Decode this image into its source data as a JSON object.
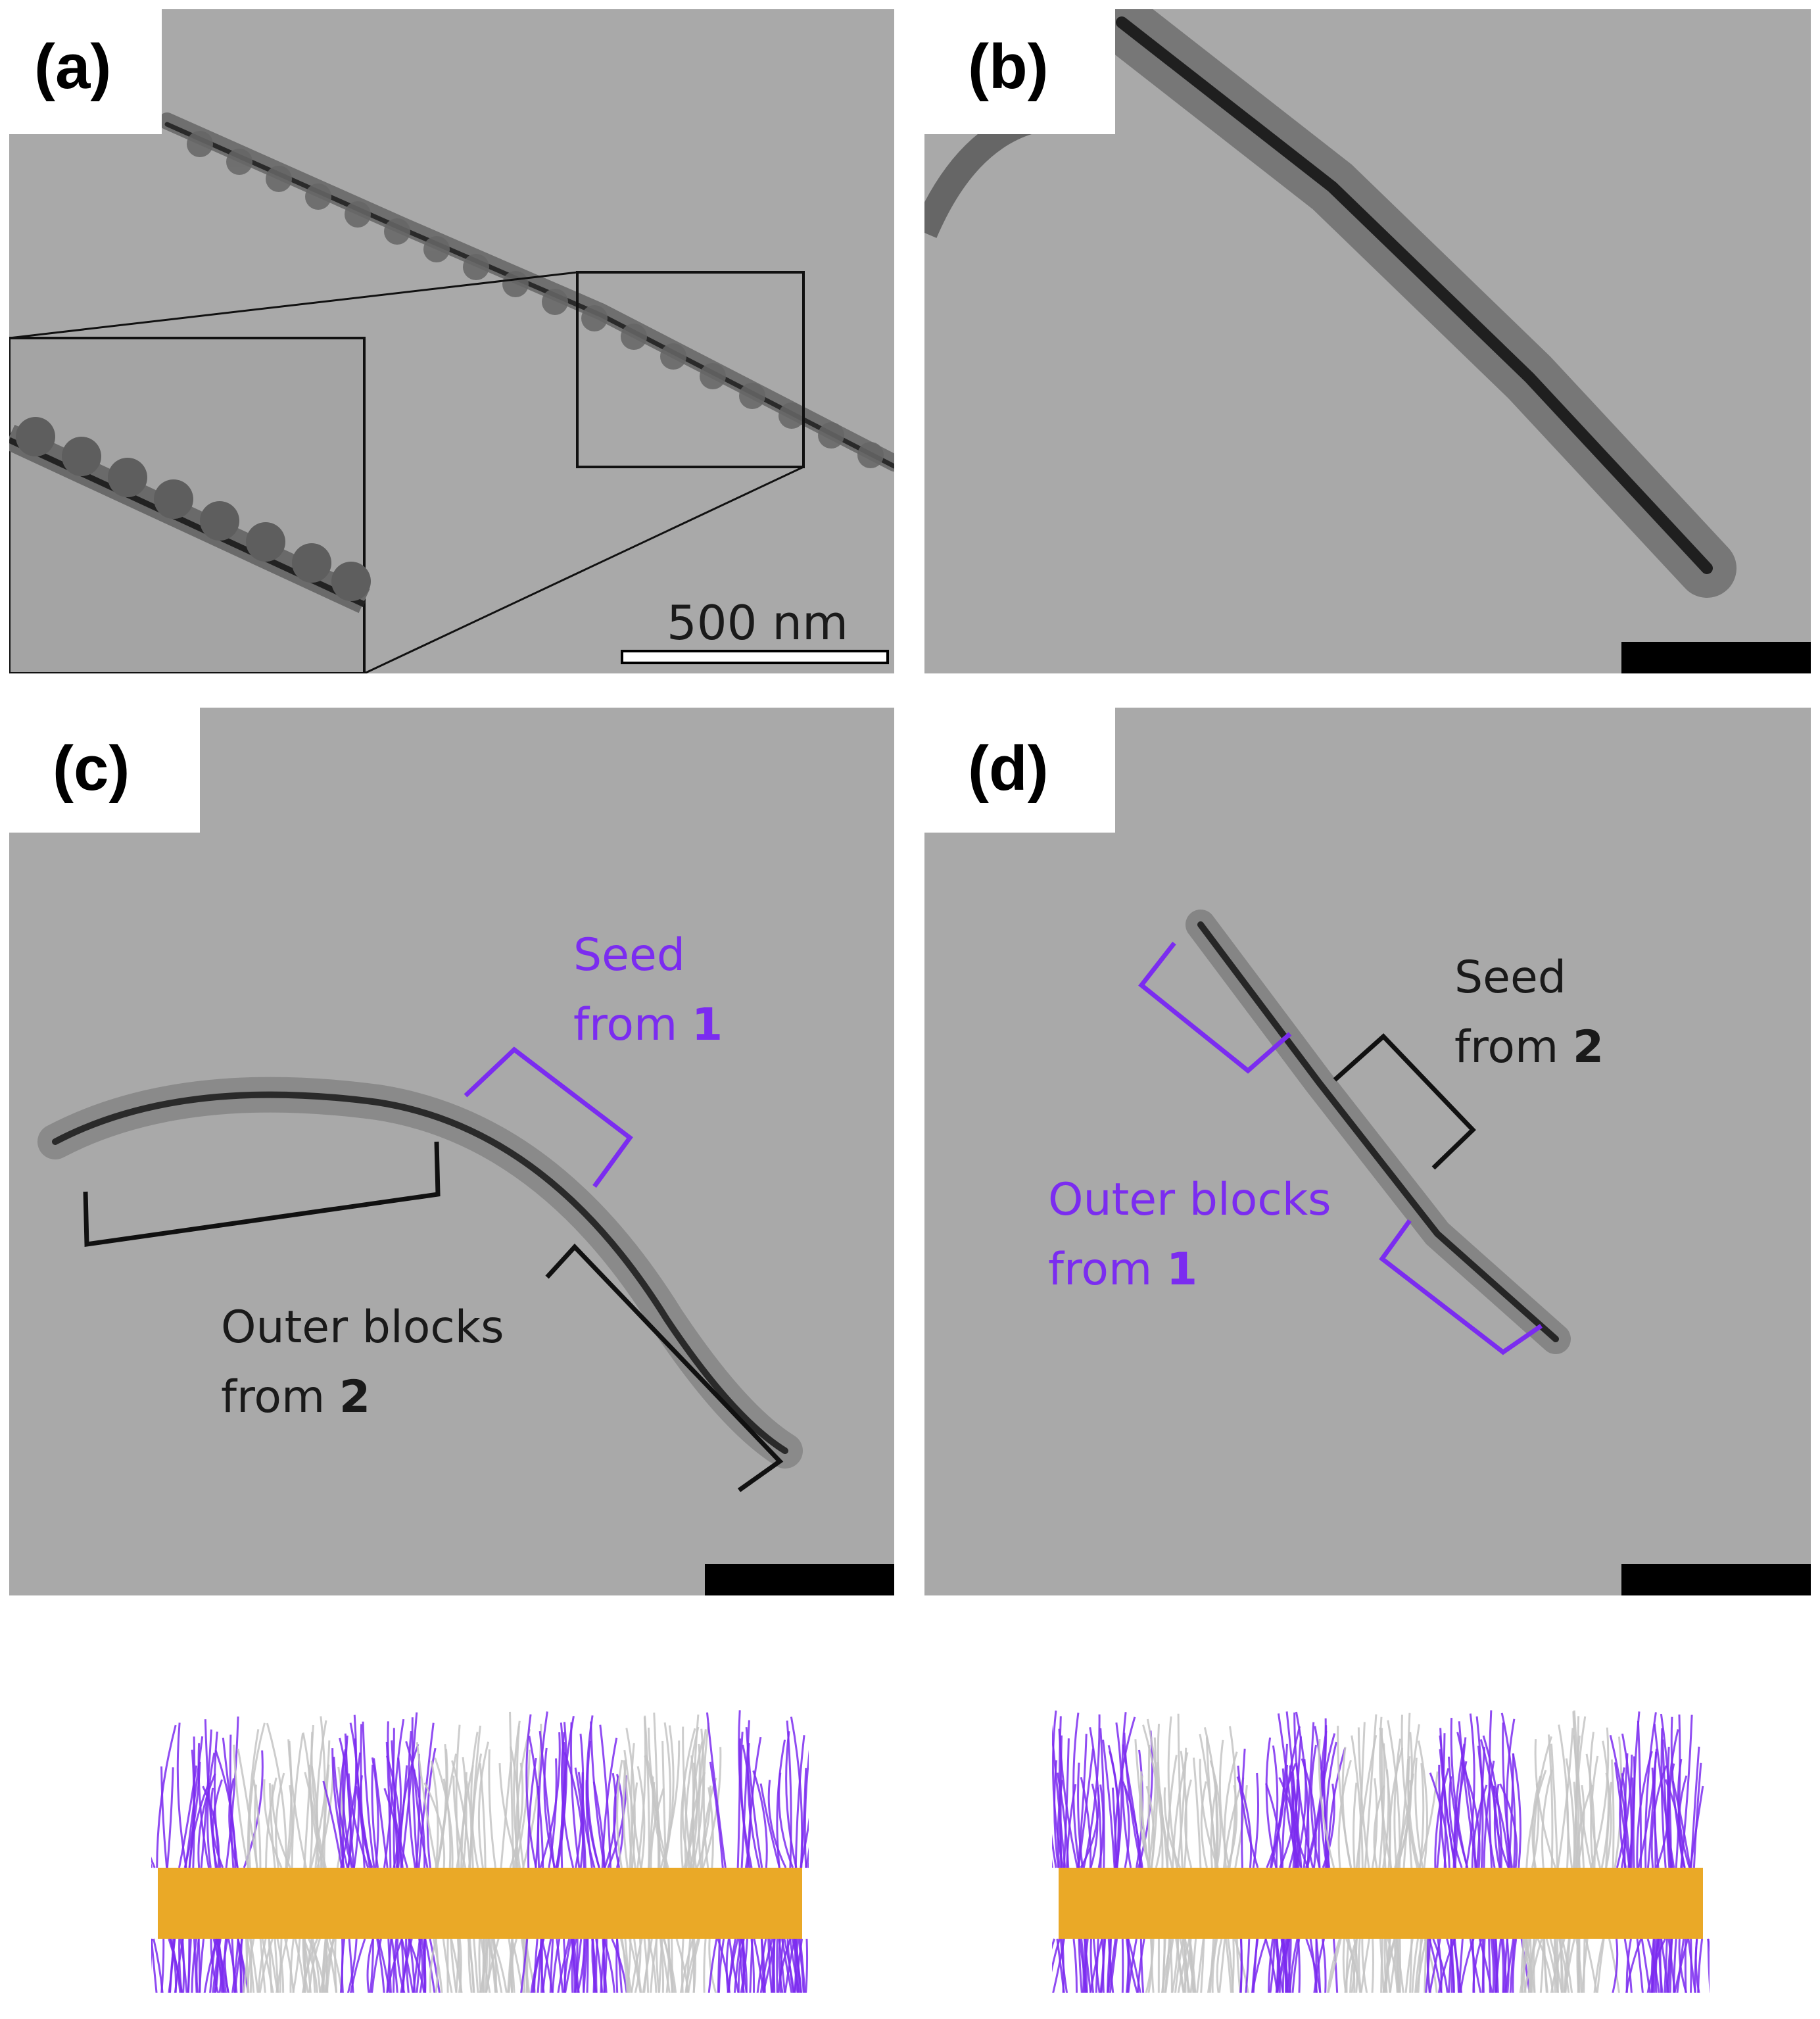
{
  "colors": {
    "tem_background": "#a9a9a9",
    "fiber_dark": "#2a2a2a",
    "corona_gray": "#7a7a7a",
    "core_orange": "#e8a010",
    "chain_purple": "#7b2cf0",
    "chain_gray": "#c4c4c4",
    "bracket_black": "#111111",
    "bracket_purple": "#7b2cf0"
  },
  "panels": {
    "a": {
      "label": "(a)",
      "scale_bar_text": "500 nm"
    },
    "b": {
      "label": "(b)"
    },
    "c": {
      "label": "(c)",
      "seed_line1": "Seed",
      "seed_line2_prefix": "from ",
      "seed_number": "1",
      "outer_line1": "Outer blocks",
      "outer_line2_prefix": "from ",
      "outer_number": "2"
    },
    "d": {
      "label": "(d)",
      "seed_line1": "Seed",
      "seed_line2_prefix": "from ",
      "seed_number": "2",
      "outer_line1": "Outer blocks",
      "outer_line2_prefix": "from ",
      "outer_number": "1"
    }
  },
  "schematics": {
    "left": {
      "pattern": [
        "purple",
        "gray",
        "purple",
        "gray",
        "purple",
        "gray",
        "purple"
      ]
    },
    "right": {
      "pattern": [
        "purple",
        "gray",
        "purple",
        "gray",
        "purple",
        "gray",
        "purple"
      ]
    }
  }
}
